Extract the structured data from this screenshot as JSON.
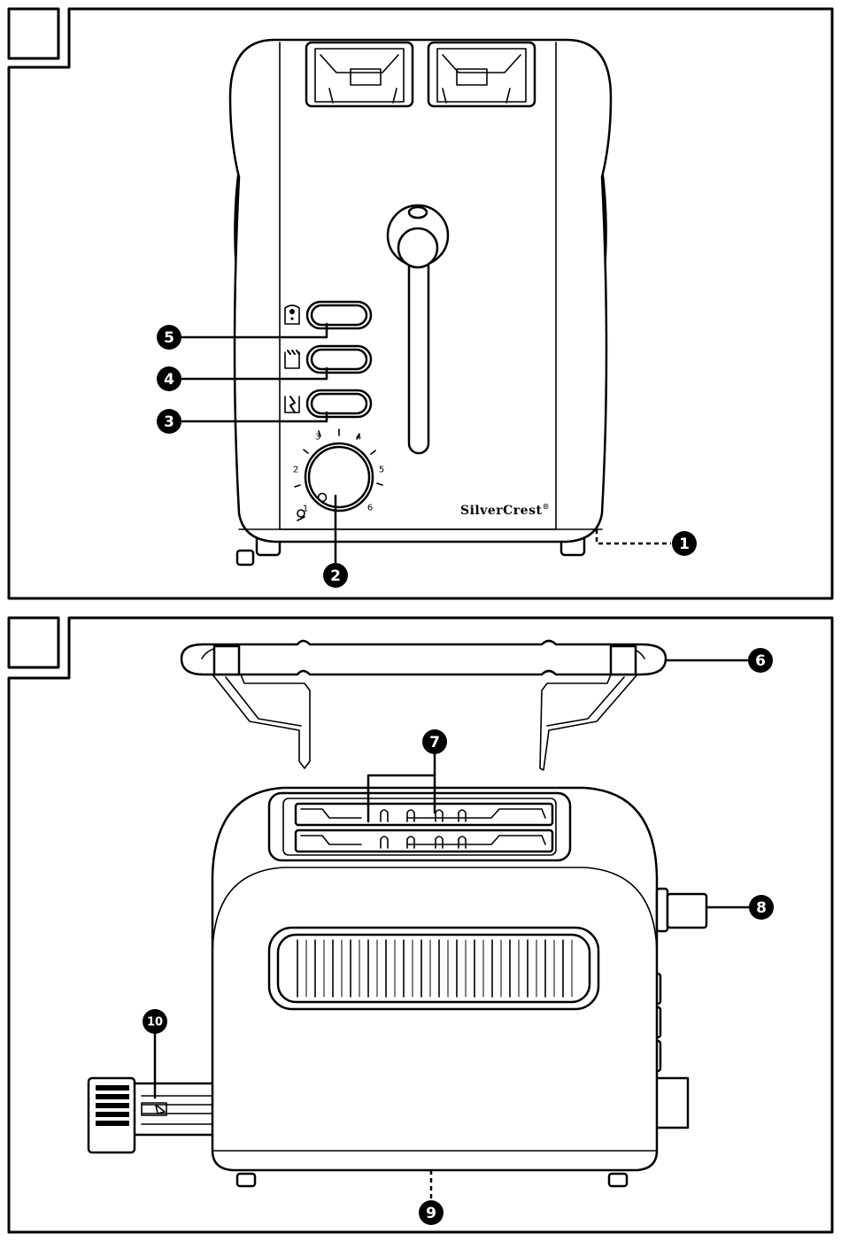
{
  "brand": "SilverCrest",
  "brand_mark": "®",
  "figure_a": {
    "browning_dial": {
      "labels": [
        "1",
        "2",
        "3",
        "4",
        "5",
        "6"
      ]
    },
    "callouts": [
      "1",
      "2",
      "3",
      "4",
      "5"
    ]
  },
  "figure_b": {
    "callouts": [
      "6",
      "7",
      "8",
      "9",
      "10"
    ]
  }
}
